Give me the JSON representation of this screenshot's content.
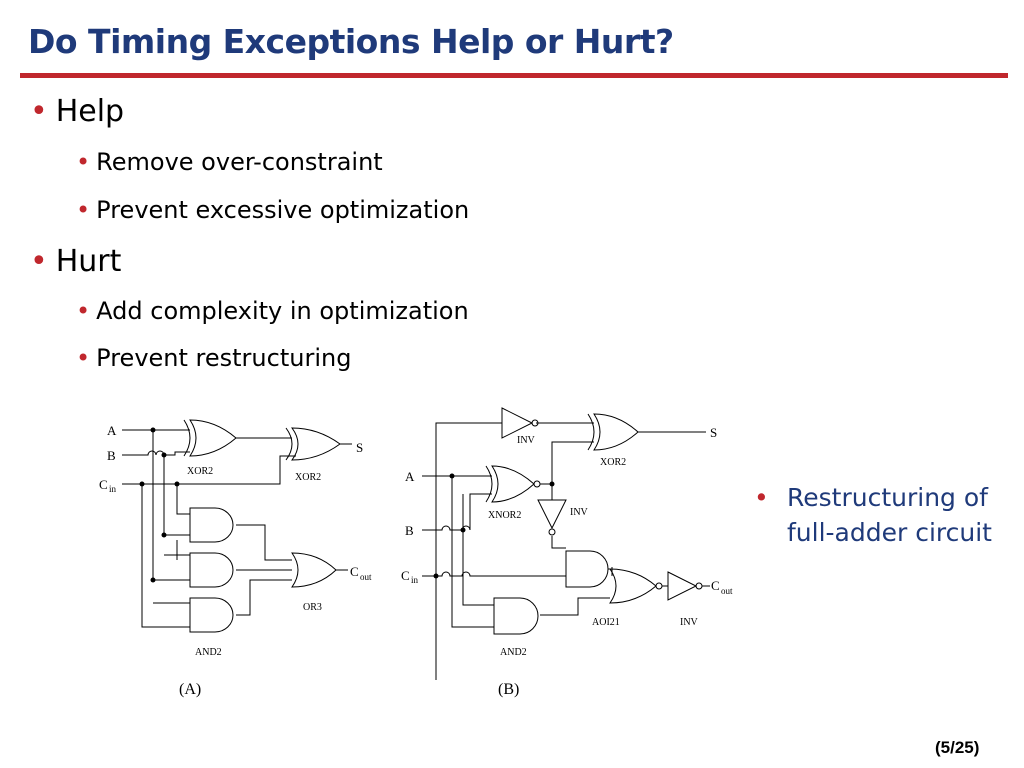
{
  "title": "Do Timing Exceptions Help or Hurt?",
  "bullets": [
    {
      "label": "Help",
      "sub": [
        "Remove over-constraint",
        "Prevent excessive optimization"
      ]
    },
    {
      "label": "Hurt",
      "sub": [
        "Add complexity in optimization",
        "Prevent restructuring"
      ]
    }
  ],
  "bullet_char": "•",
  "side_note": "Restructuring of full-adder circuit",
  "page_number": "(5/25)",
  "colors": {
    "title": "#1f3a7a",
    "accent": "#c0272d"
  },
  "diagram_a": {
    "caption": "(A)",
    "inputs": [
      "A",
      "B",
      "C",
      "in"
    ],
    "outputs": [
      "S",
      "C",
      "out"
    ],
    "gate_labels": [
      "XOR2",
      "XOR2",
      "OR3",
      "AND2"
    ]
  },
  "diagram_b": {
    "caption": "(B)",
    "inputs": [
      "A",
      "B",
      "C",
      "in"
    ],
    "outputs": [
      "S",
      "C",
      "out"
    ],
    "gate_labels": [
      "INV",
      "XOR2",
      "XNOR2",
      "INV",
      "AOI21",
      "INV",
      "AND2"
    ]
  }
}
